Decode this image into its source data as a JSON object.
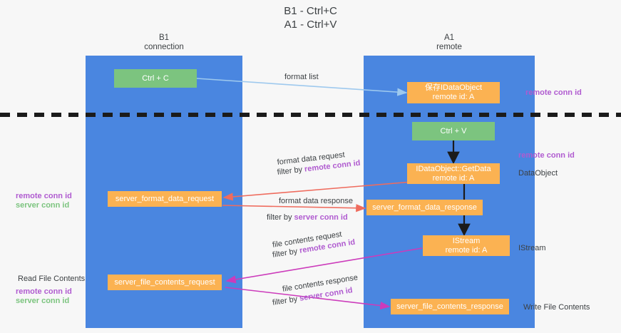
{
  "title": "B1 - Ctrl+C\nA1 - Ctrl+V",
  "lanes": [
    {
      "id": "b1",
      "header": "B1\nconnection"
    },
    {
      "id": "a1",
      "header": "A1\nremote"
    }
  ],
  "boxes": {
    "ctrl_c": "Ctrl + C",
    "idataobject_save": "保存IDataObject\nremote id: A",
    "ctrl_v": "Ctrl + V",
    "getdata": "IDataObject::GetData\nremote id: A",
    "server_format_data_request": "server_format_data_request",
    "server_format_data_response": "server_format_data_response",
    "istream": "IStream\nremote id: A",
    "server_file_contents_request": "server_file_contents_request",
    "server_file_contents_response": "server_file_contents_response"
  },
  "edge_labels": {
    "format_list": "format list",
    "format_data_request": "format data request",
    "format_data_request_filter_prefix": "filter by ",
    "format_data_request_filter_key": "remote conn id",
    "format_data_response": "format data response",
    "format_data_response_filter_prefix": "filter by ",
    "format_data_response_filter_key": "server conn id",
    "file_contents_request": "file contents request",
    "file_contents_request_filter_prefix": "filter by ",
    "file_contents_request_filter_key": "remote conn id",
    "file_contents_response": "file contents response",
    "file_contents_response_filter_prefix": "filter by ",
    "file_contents_response_filter_key": "server conn id"
  },
  "side_labels": {
    "right_remote_conn_id_top": "remote conn id",
    "right_remote_conn_id_mid": "remote conn id",
    "right_dataobject": "DataObject",
    "right_istream": "IStream",
    "right_write_file_contents": "Write File Contents",
    "left_remote_conn_id": "remote conn id",
    "left_server_conn_id": "server conn id",
    "left_read_file_contents": "Read File Contents",
    "left_bottom_remote_conn_id": "remote conn id",
    "left_bottom_server_conn_id": "server conn id"
  },
  "colors": {
    "lane": "#4a86e0",
    "green_box": "#7cc47f",
    "orange_box": "#fbb252",
    "purple": "#b05bd0",
    "green_text": "#7cc47f",
    "arrow_blue": "#9ec9ee",
    "arrow_red": "#ef6c5e",
    "arrow_magenta": "#cc3bbb",
    "arrow_black": "#1b1b1b",
    "background": "#f7f7f7"
  }
}
